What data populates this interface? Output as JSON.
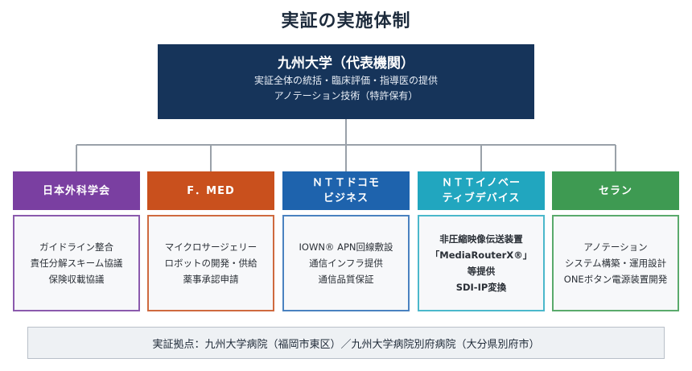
{
  "title": "実証の実施体制",
  "lead": {
    "name": "九州大学（代表機関）",
    "roles": [
      "実証全体の統括・臨床評価・指導医の提供",
      "アノテーション技術（特許保有）"
    ]
  },
  "partners": [
    {
      "name_lines": [
        "日本外科学会"
      ],
      "color": "#7a3fa1",
      "border_color": "#8b5aad",
      "duties": [
        "ガイドライン整合",
        "責任分解スキーム協議",
        "保険収載協議"
      ],
      "bold": false
    },
    {
      "name_lines": [
        "F．MED"
      ],
      "color": "#c9501d",
      "border_color": "#cf6a3f",
      "duties": [
        "マイクロサージェリー",
        "ロボットの開発・供給",
        "薬事承認申請"
      ],
      "bold": false
    },
    {
      "name_lines": [
        "ＮＴＴドコモ",
        "ビジネス"
      ],
      "color": "#1e63ad",
      "border_color": "#4a82c0",
      "duties": [
        "IOWN® APN回線敷設",
        "通信インフラ提供",
        "通信品質保証"
      ],
      "bold": false
    },
    {
      "name_lines": [
        "ＮＴＴイノベー",
        "ティブデバイス"
      ],
      "color": "#21a6bf",
      "border_color": "#4bb8cb",
      "duties": [
        "非圧縮映像伝送装置",
        "「MediaRouterX®」",
        "等提供",
        "SDI-IP変換"
      ],
      "bold": true
    },
    {
      "name_lines": [
        "セラン"
      ],
      "color": "#3e9a52",
      "border_color": "#5aaa6c",
      "duties": [
        "アノテーション",
        "システム構築・運用設計",
        "ONEボタン電源装置開発"
      ],
      "bold": false
    }
  ],
  "site": {
    "text": "実証拠点：九州大学病院（福岡市東区）／九州大学病院別府病院（大分県別府市）"
  }
}
